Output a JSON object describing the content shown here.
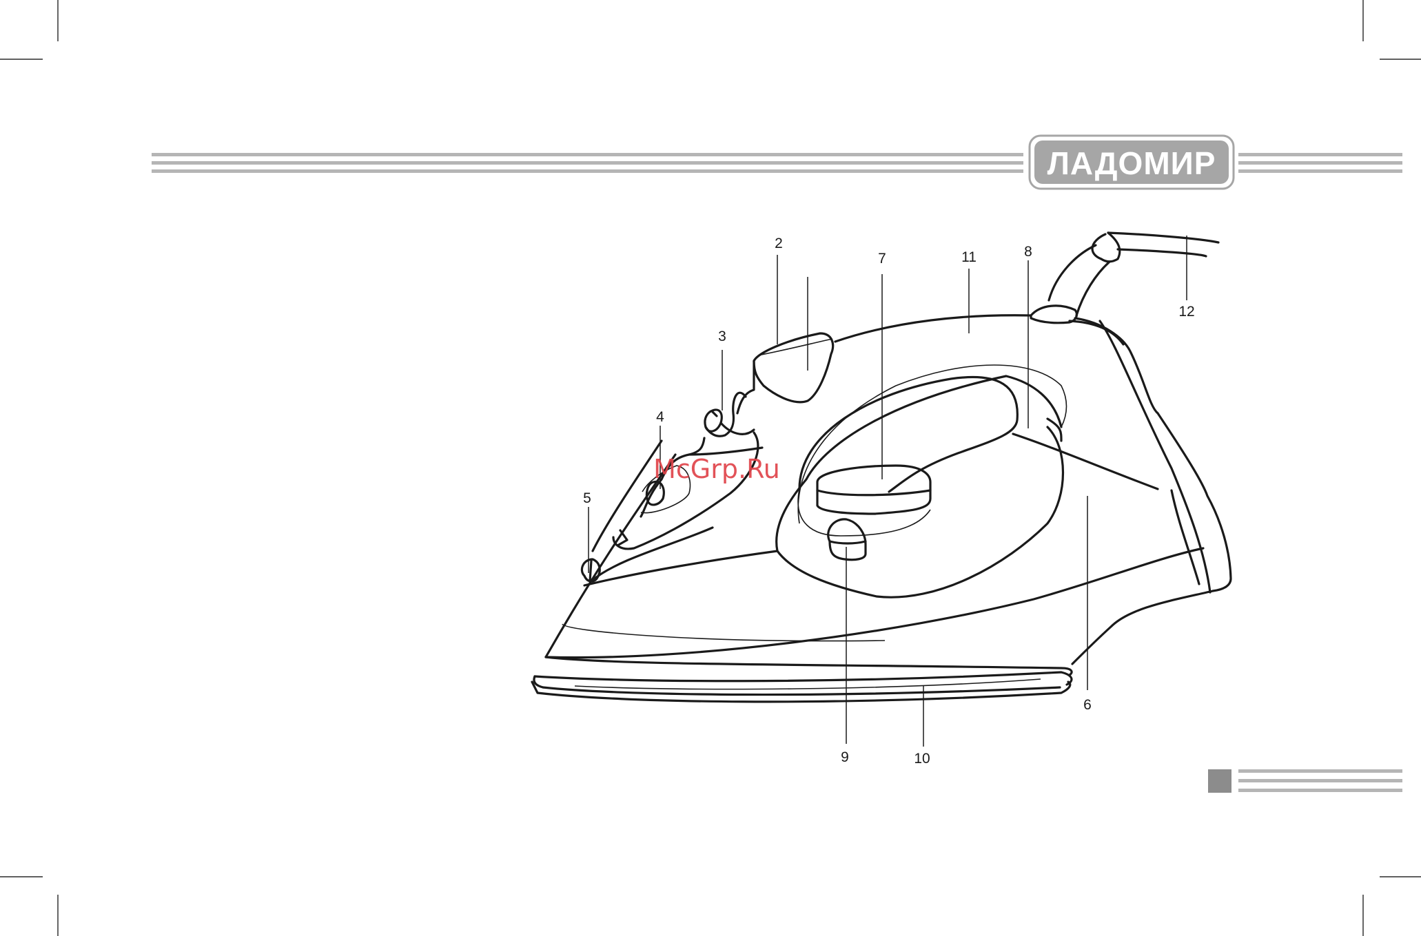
{
  "brand": {
    "logo_text": "ЛАДОМИР"
  },
  "watermark": "McGrp.Ru",
  "callouts": [
    "2",
    "3",
    "4",
    "5",
    "6",
    "7",
    "8",
    "9",
    "10",
    "11",
    "12"
  ],
  "colors": {
    "stripe": "#b5b5b5",
    "logo_fill": "#a6a6a6",
    "page_marker": "#8c8c8c",
    "watermark": "#e0444a"
  }
}
